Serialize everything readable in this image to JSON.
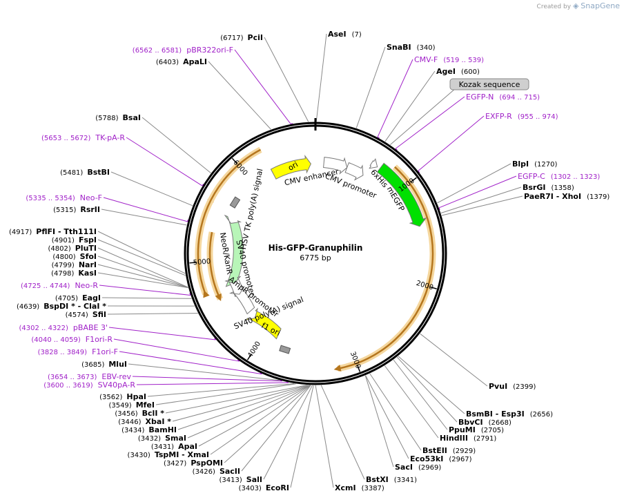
{
  "watermark": {
    "created_by": "Created by",
    "brand": "SnapGene"
  },
  "plasmid": {
    "name": "His-GFP-Granuphilin",
    "size_label": "6775 bp",
    "length": 6775
  },
  "ticks": [
    {
      "pos": 1000,
      "label": "1000"
    },
    {
      "pos": 2000,
      "label": "2000"
    },
    {
      "pos": 3000,
      "label": "3000"
    },
    {
      "pos": 4000,
      "label": "4000"
    },
    {
      "pos": 5000,
      "label": "5000"
    },
    {
      "pos": 6000,
      "label": "6000"
    }
  ],
  "enzymes": [
    {
      "name": "PciI",
      "pos": 6717,
      "pos_label": "(6717)",
      "side": "left",
      "line": 0
    },
    {
      "name": "AseI",
      "pos": 7,
      "pos_label": "(7)",
      "side": "right",
      "line": 1
    },
    {
      "name": "SnaBI",
      "pos": 340,
      "pos_label": "(340)",
      "side": "right",
      "line": 2
    },
    {
      "name": "AgeI",
      "pos": 600,
      "pos_label": "(600)",
      "side": "right",
      "line": 4
    },
    {
      "name": "ApaLI",
      "pos": 6403,
      "pos_label": "(6403)",
      "side": "left",
      "line": 3
    },
    {
      "name": "BsaI",
      "pos": 5788,
      "pos_label": "(5788)",
      "side": "left",
      "line": 5
    },
    {
      "name": "BstBI",
      "pos": 5481,
      "pos_label": "(5481)",
      "side": "left",
      "line": 6
    },
    {
      "name": "RsrII",
      "pos": 5315,
      "pos_label": "(5315)",
      "side": "left",
      "line": 7
    },
    {
      "name": "BlpI",
      "pos": 1270,
      "pos_label": "(1270)",
      "side": "right",
      "line": 8
    },
    {
      "name": "BsrGI",
      "pos": 1358,
      "pos_label": "(1358)",
      "side": "right",
      "line": 10
    },
    {
      "name": "PaeR7I - XhoI",
      "pos": 1379,
      "pos_label": "(1379)",
      "side": "right",
      "line": 11
    },
    {
      "name": "PflFI - Tth111I",
      "pos": 4917,
      "pos_label": "(4917)",
      "side": "left",
      "line": 12
    },
    {
      "name": "FspI",
      "pos": 4901,
      "pos_label": "(4901)",
      "side": "left",
      "line": 13
    },
    {
      "name": "PluTI",
      "pos": 4802,
      "pos_label": "(4802)",
      "side": "left",
      "line": 14
    },
    {
      "name": "SfoI",
      "pos": 4800,
      "pos_label": "(4800)",
      "side": "left",
      "line": 15
    },
    {
      "name": "NarI",
      "pos": 4799,
      "pos_label": "(4799)",
      "side": "left",
      "line": 16
    },
    {
      "name": "KasI",
      "pos": 4798,
      "pos_label": "(4798)",
      "side": "left",
      "line": 17
    },
    {
      "name": "EagI",
      "pos": 4705,
      "pos_label": "(4705)",
      "side": "left",
      "line": 19
    },
    {
      "name": "BspDI * - ClaI *",
      "pos": 4639,
      "pos_label": "(4639)",
      "side": "left",
      "line": 20
    },
    {
      "name": "SfiI",
      "pos": 4574,
      "pos_label": "(4574)",
      "side": "left",
      "line": 21
    },
    {
      "name": "MluI",
      "pos": 3685,
      "pos_label": "(3685)",
      "side": "left",
      "line": 25
    },
    {
      "name": "PvuI",
      "pos": 2399,
      "pos_label": "(2399)",
      "side": "right",
      "line": 28
    },
    {
      "name": "BsmBI - Esp3I",
      "pos": 2656,
      "pos_label": "(2656)",
      "side": "right",
      "line": 29
    },
    {
      "name": "BbvCI",
      "pos": 2668,
      "pos_label": "(2668)",
      "side": "right",
      "line": 30
    },
    {
      "name": "PpuMI",
      "pos": 2705,
      "pos_label": "(2705)",
      "side": "right",
      "line": 31
    },
    {
      "name": "HindIII",
      "pos": 2791,
      "pos_label": "(2791)",
      "side": "right",
      "line": 32
    },
    {
      "name": "BstEII",
      "pos": 2929,
      "pos_label": "(2929)",
      "side": "right",
      "line": 33
    },
    {
      "name": "Eco53kI",
      "pos": 2967,
      "pos_label": "(2967)",
      "side": "right",
      "line": 34
    },
    {
      "name": "SacI",
      "pos": 2969,
      "pos_label": "(2969)",
      "side": "right",
      "line": 35
    },
    {
      "name": "BstXI",
      "pos": 3341,
      "pos_label": "(3341)",
      "side": "right",
      "line": 36
    },
    {
      "name": "XcmI",
      "pos": 3387,
      "pos_label": "(3387)",
      "side": "right",
      "line": 37
    },
    {
      "name": "HpaI",
      "pos": 3562,
      "pos_label": "(3562)",
      "side": "left",
      "line": 28
    },
    {
      "name": "MfeI",
      "pos": 3549,
      "pos_label": "(3549)",
      "side": "left",
      "line": 29
    },
    {
      "name": "BclI *",
      "pos": 3456,
      "pos_label": "(3456)",
      "side": "left",
      "line": 30
    },
    {
      "name": "XbaI *",
      "pos": 3446,
      "pos_label": "(3446)",
      "side": "left",
      "line": 31
    },
    {
      "name": "BamHI",
      "pos": 3434,
      "pos_label": "(3434)",
      "side": "left",
      "line": 32
    },
    {
      "name": "SmaI",
      "pos": 3432,
      "pos_label": "(3432)",
      "side": "left",
      "line": 33
    },
    {
      "name": "ApaI",
      "pos": 3431,
      "pos_label": "(3431)",
      "side": "left",
      "line": 34
    },
    {
      "name": "TspMI - XmaI",
      "pos": 3430,
      "pos_label": "(3430)",
      "side": "left",
      "line": 35
    },
    {
      "name": "PspOMI",
      "pos": 3427,
      "pos_label": "(3427)",
      "side": "left",
      "line": 36
    },
    {
      "name": "SacII",
      "pos": 3426,
      "pos_label": "(3426)",
      "side": "left",
      "line": 37
    },
    {
      "name": "SalI",
      "pos": 3413,
      "pos_label": "(3413)",
      "side": "left",
      "line": 38
    },
    {
      "name": "EcoRI",
      "pos": 3403,
      "pos_label": "(3403)",
      "side": "left",
      "line": 39
    }
  ],
  "primers": [
    {
      "name": "pBR322ori-F",
      "pos_label": "(6562 .. 6581)",
      "pos": 6571
    },
    {
      "name": "CMV-F",
      "pos_label": "(519 .. 539)",
      "pos": 529
    },
    {
      "name": "EGFP-N",
      "pos_label": "(694 .. 715)",
      "pos": 704
    },
    {
      "name": "EXFP-R",
      "pos_label": "(955 .. 974)",
      "pos": 964
    },
    {
      "name": "TK-pA-R",
      "pos_label": "(5653 .. 5672)",
      "pos": 5662
    },
    {
      "name": "Neo-F",
      "pos_label": "(5335 .. 5354)",
      "pos": 5344
    },
    {
      "name": "EGFP-C",
      "pos_label": "(1302 .. 1323)",
      "pos": 1312
    },
    {
      "name": "Neo-R",
      "pos_label": "(4725 .. 4744)",
      "pos": 4734
    },
    {
      "name": "pBABE 3'",
      "pos_label": "(4302 .. 4322)",
      "pos": 4312
    },
    {
      "name": "F1ori-R",
      "pos_label": "(4040 .. 4059)",
      "pos": 4050
    },
    {
      "name": "F1ori-F",
      "pos_label": "(3828 .. 3849)",
      "pos": 3838
    },
    {
      "name": "EBV-rev",
      "pos_label": "(3654 .. 3673)",
      "pos": 3663
    },
    {
      "name": "SV40pA-R",
      "pos_label": "(3600 .. 3619)",
      "pos": 3610
    }
  ],
  "kozak": {
    "label": "Kozak sequence",
    "pos": 650
  },
  "features": [
    {
      "name": "ori",
      "label": "ori",
      "color": "#ffff00"
    },
    {
      "name": "cmv-enhancer",
      "label": "CMV enhancer",
      "color": "#ffffff"
    },
    {
      "name": "cmv-promoter",
      "label": "CMV promoter",
      "color": "#ffffff"
    },
    {
      "name": "6xhis",
      "label": "6xHis",
      "color": "#ffffff"
    },
    {
      "name": "megfp",
      "label": "mEGFP",
      "color": "#00e000"
    },
    {
      "name": "hsv-tk-polya",
      "label": "HSV TK poly(A) signal",
      "color": "#999999"
    },
    {
      "name": "neokanr",
      "label": "NeoR/KanR",
      "color": "#b8f5b8"
    },
    {
      "name": "sv40-promoter",
      "label": "SV40 promoter",
      "color": "#ffffff"
    },
    {
      "name": "ampr-promoter",
      "label": "AmpR promoter",
      "color": "#ffffff"
    },
    {
      "name": "sv40-polya",
      "label": "SV40 poly(A) signal",
      "color": "#999999"
    },
    {
      "name": "f1-ori",
      "label": "f1 ori",
      "color": "#ffff00"
    }
  ]
}
